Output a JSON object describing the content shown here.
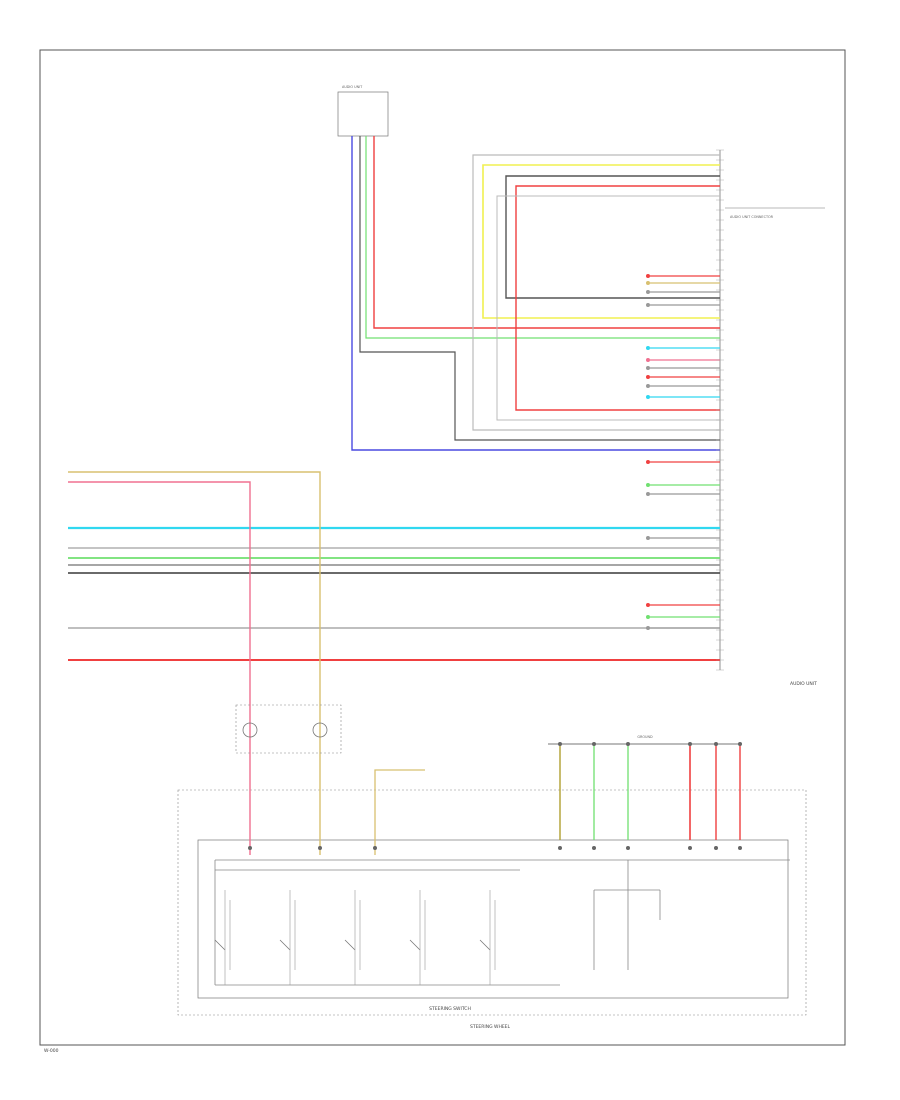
{
  "colors": {
    "blue": "#4a4ae0",
    "yellow": "#f0f050",
    "red": "#f04040",
    "pink": "#f07090",
    "green": "#70e070",
    "gray": "#999999",
    "darkgray": "#555555",
    "lightgray": "#bbbbbb",
    "cyan": "#30d8f0",
    "black": "#222222",
    "tan": "#d8c070",
    "olive": "#b0a030"
  },
  "labels": {
    "top_connector": "AUDIO UNIT",
    "top_right_connector": "AUDIO UNIT CONNECTOR",
    "audio_unit": "AUDIO UNIT",
    "steering_switch": "STEERING SWITCH",
    "steering_wheel": "STEERING WHEEL",
    "ground_ref": "GROUND",
    "page_code": "W-000"
  }
}
